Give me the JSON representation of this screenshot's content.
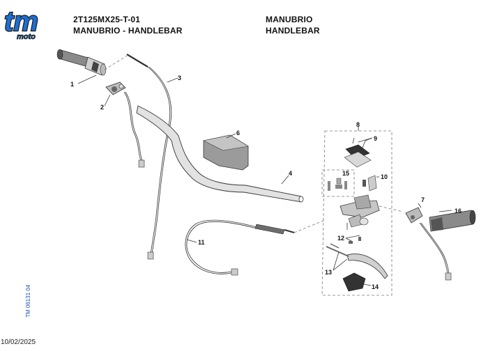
{
  "brand": {
    "logo_main": "tm",
    "logo_sub": "moto",
    "color_fill": "#1d6fd0",
    "color_outline": "#111111"
  },
  "header": {
    "code": "2T125MX25-T-01",
    "title_left": "MANUBRIO - HANDLEBAR",
    "title_right_it": "MANUBRIO",
    "title_right_en": "HANDLEBAR"
  },
  "parts": {
    "p1": "1",
    "p2": "2",
    "p3": "3",
    "p4": "4",
    "p6": "6",
    "p7": "7",
    "p8": "8",
    "p9": "9",
    "p10": "10",
    "p11": "11",
    "p12": "12",
    "p13": "13",
    "p14": "14",
    "p15": "15",
    "p16": "16"
  },
  "footer": {
    "version_code": "TM 06131 04",
    "date": "10/02/2025",
    "version_color": "#1a50b4"
  }
}
